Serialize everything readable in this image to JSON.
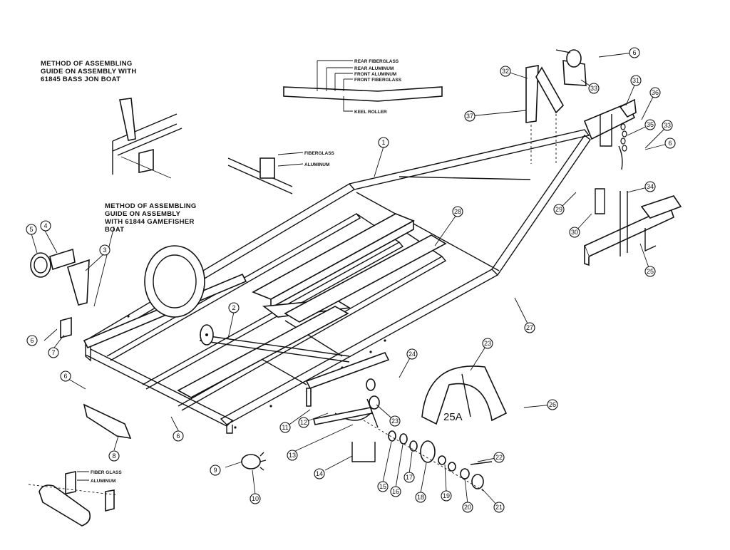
{
  "notes": {
    "jon_boat": [
      "METHOD OF ASSEMBLING",
      "GUIDE ON ASSEMBLY WITH",
      "61845 BASS JON BOAT"
    ],
    "gamefisher": [
      "METHOD OF ASSEMBLING",
      "GUIDE ON ASSEMBLY",
      "WITH 61844 GAMEFISHER",
      "BOAT"
    ]
  },
  "keel_labels": [
    "REAR FIBERGLASS",
    "REAR ALUMINUM",
    "FRONT ALUMINUM",
    "FRONT FIBERGLASS",
    "KEEL ROLLER"
  ],
  "material_labels": {
    "bracket_fiberglass": "FIBERGLASS",
    "bracket_aluminum": "ALUMINUM",
    "bunk_fiberglass": "FIBER GLASS",
    "bunk_aluminum": "ALUMINUM"
  },
  "fender_label": "25A",
  "parts": [
    "1",
    "2",
    "3",
    "4",
    "5",
    "6",
    "6",
    "6",
    "6",
    "6",
    "7",
    "8",
    "9",
    "10",
    "11",
    "12",
    "13",
    "14",
    "15",
    "16",
    "17",
    "18",
    "19",
    "20",
    "21",
    "22",
    "23",
    "23",
    "24",
    "25",
    "26",
    "27",
    "28",
    "29",
    "30",
    "31",
    "32",
    "33",
    "33",
    "34",
    "35",
    "36",
    "37"
  ]
}
